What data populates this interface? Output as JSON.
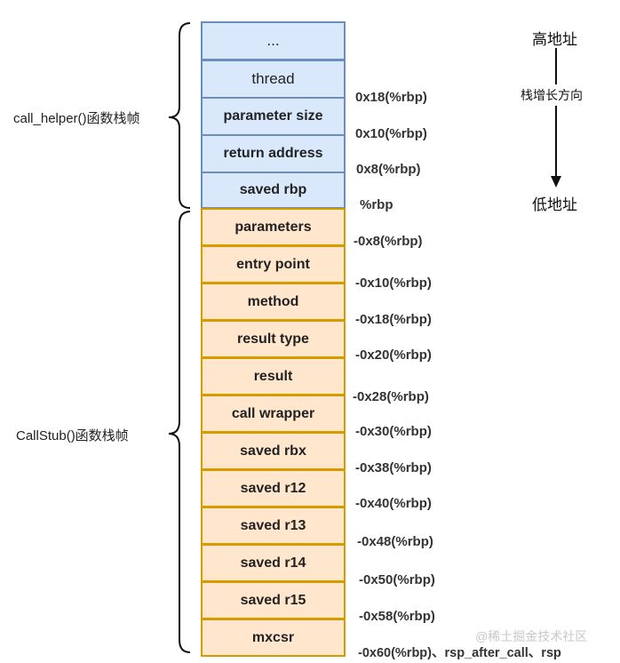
{
  "upper_frame": {
    "label": "call_helper()函数栈帧",
    "cells": [
      "...",
      "thread",
      "parameter size",
      "return address",
      "saved rbp"
    ]
  },
  "lower_frame": {
    "label": "CallStub()函数栈帧",
    "cells": [
      "parameters",
      "entry point",
      "method",
      "result type",
      "result",
      "call wrapper",
      "saved rbx",
      "saved r12",
      "saved r13",
      "saved r14",
      "saved r15",
      "mxcsr"
    ]
  },
  "offsets": [
    "0x18(%rbp)",
    "0x10(%rbp)",
    "0x8(%rbp)",
    "%rbp",
    "-0x8(%rbp)",
    "-0x10(%rbp)",
    "-0x18(%rbp)",
    "-0x20(%rbp)",
    "-0x28(%rbp)",
    "-0x30(%rbp)",
    "-0x38(%rbp)",
    "-0x40(%rbp)",
    "-0x48(%rbp)",
    "-0x50(%rbp)",
    "-0x58(%rbp)",
    "-0x60(%rbp)、rsp_after_call、rsp"
  ],
  "direction": {
    "high": "高地址",
    "growth": "栈增长方向",
    "low": "低地址"
  },
  "watermark": "@稀土掘金技术社区",
  "colors": {
    "upper_fill": "#dae8fc",
    "upper_border": "#6c8ebf",
    "lower_fill": "#ffe6cc",
    "lower_border": "#d79b00"
  }
}
